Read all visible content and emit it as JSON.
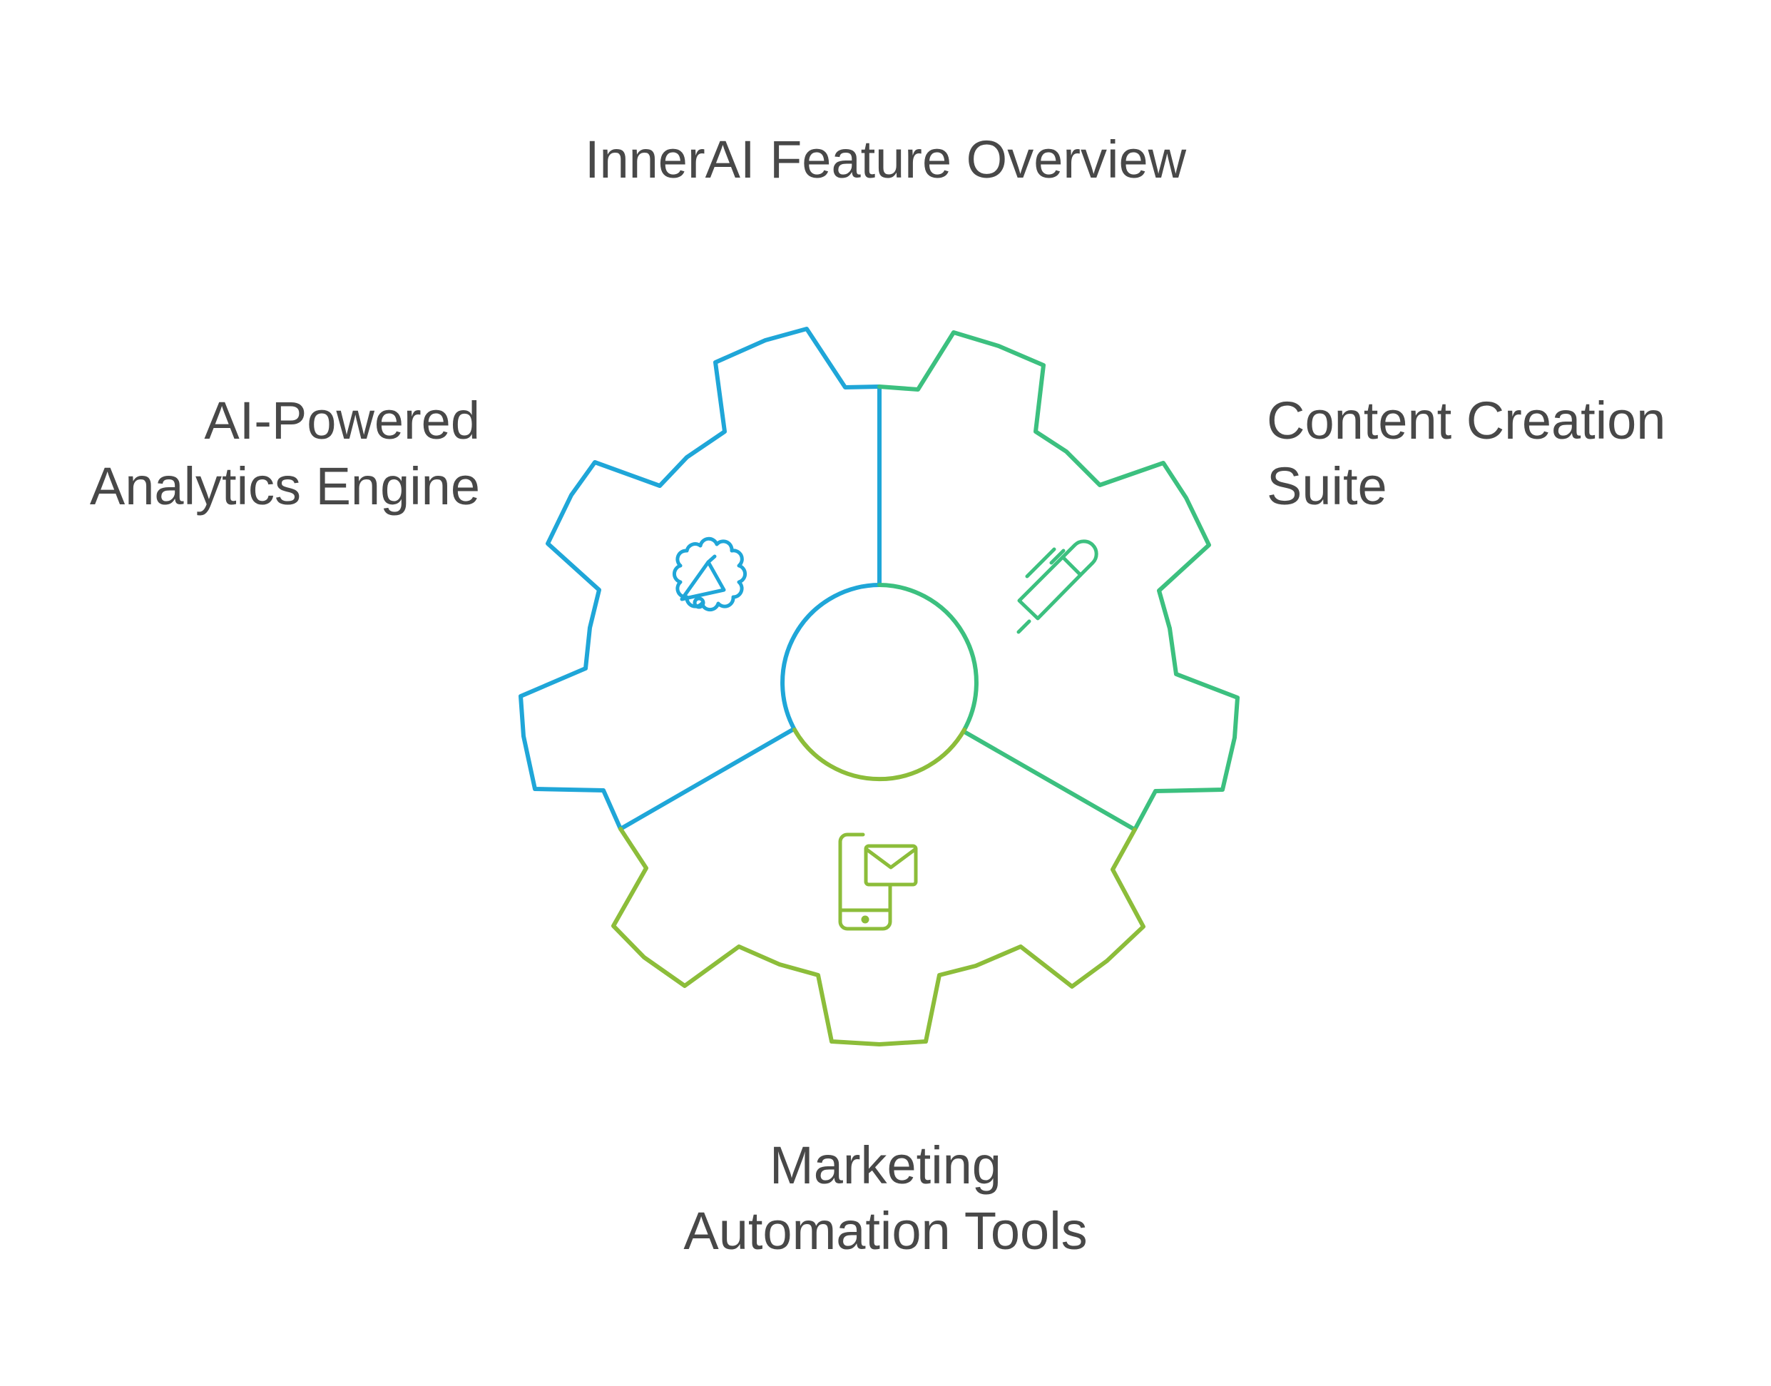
{
  "title": "InnerAI Feature Overview",
  "colors": {
    "analytics": "#1fa6d8",
    "content": "#3cc07f",
    "marketing": "#8cbd3a",
    "text": "#484848"
  },
  "segments": [
    {
      "id": "analytics",
      "label_lines": [
        "AI-Powered",
        "Analytics Engine"
      ],
      "icon": "megaphone-gear-icon"
    },
    {
      "id": "content",
      "label_lines": [
        "Content Creation",
        "Suite"
      ],
      "icon": "pen-icon"
    },
    {
      "id": "marketing",
      "label_lines": [
        "Marketing",
        "Automation Tools"
      ],
      "icon": "mobile-mail-icon"
    }
  ]
}
